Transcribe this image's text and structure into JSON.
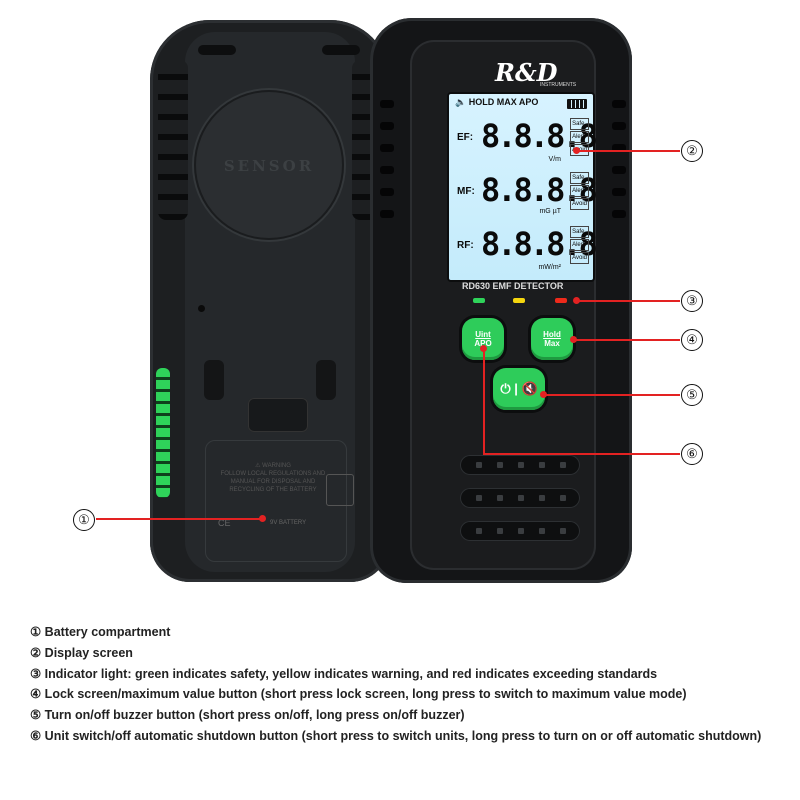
{
  "brand": {
    "logo_text": "R&D",
    "logo_sub": "INSTRUMENTS"
  },
  "back": {
    "sensor_label": "SENSOR",
    "battery_warning_title": "⚠ WARNING",
    "battery_warning_text": "FOLLOW LOCAL REGULATIONS AND MANUAL FOR DISPOSAL AND RECYCLING OF THE BATTERY",
    "battery_marks": "CE",
    "battery_type": "9V BATTERY"
  },
  "screen": {
    "status_bar": "HOLD MAX APO",
    "rows": [
      {
        "label": "EF:",
        "digits": "8.8.8.8",
        "unit": "V/m",
        "levels": [
          "Safe",
          "Alert",
          "Avoid"
        ]
      },
      {
        "label": "MF:",
        "digits": "8.8.8.8",
        "unit": "mG µT",
        "levels": [
          "Safe",
          "Alert",
          "Avoid"
        ]
      },
      {
        "label": "RF:",
        "digits": "8.8.8.8",
        "unit": "mW/m²",
        "levels": [
          "Safe",
          "Alert",
          "Avoid"
        ]
      }
    ],
    "model_label": "RD630  EMF  DETECTOR"
  },
  "indicators": {
    "green": "#2fd35a",
    "yellow": "#f5d60f",
    "red": "#ee2a1b"
  },
  "buttons": {
    "unit_apo": [
      "Uint",
      "APO"
    ],
    "hold_max": [
      "Hold",
      "Max"
    ],
    "power_buzzer": "⏻ | 🔇"
  },
  "callouts": [
    "①",
    "②",
    "③",
    "④",
    "⑤",
    "⑥"
  ],
  "legend": [
    "① Battery compartment",
    "② Display screen",
    "③ Indicator light: green indicates safety, yellow indicates warning, and red indicates exceeding standards",
    "④ Lock screen/maximum value button (short press lock screen, long press to switch to maximum value mode)",
    "⑤ Turn on/off buzzer button (short press on/off, long press on/off buzzer)",
    "⑥ Unit switch/off automatic shutdown button (short press to switch units, long press to turn on or off automatic shutdown)"
  ],
  "accent_color": "#e32222",
  "button_color": "#2ecc5a"
}
